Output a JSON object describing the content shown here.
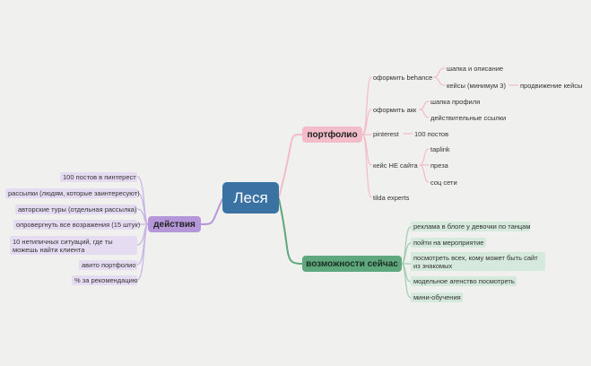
{
  "root": {
    "label": "Леся"
  },
  "colors": {
    "root": "#3a72a4",
    "purple": "#b597d9",
    "pink": "#f2bdc9",
    "green": "#5fa77c"
  },
  "branches": {
    "actions": {
      "label": "действия",
      "items": [
        "100 постов в пинтерест",
        "рассылки (людям, которые заинтересуют)",
        "авторские туры (отдельная рассылка)",
        "опровергнуть все возражения (15 штук)",
        "10 нетипичных ситуаций, где ты можешь найти клиента",
        "авито портфолио",
        "% за рекомендацию"
      ]
    },
    "portfolio": {
      "label": "портфолио",
      "behance": {
        "label": "оформить behance",
        "children": [
          "шапка и описание",
          "кейсы (минимум 3)"
        ],
        "grandchild": "продвижение кейсы"
      },
      "account": {
        "label": "оформить акк",
        "children": [
          "шапка профиля",
          "действительные ссылки"
        ]
      },
      "pinterest": {
        "label": "pinterest",
        "child": "100 постов"
      },
      "case": {
        "label": "кейс НЕ сайта",
        "children": [
          "taplink",
          "преза",
          "соц сети"
        ]
      },
      "tilda": {
        "label": "tilda experts"
      }
    },
    "now": {
      "label": "возможности сейчас",
      "items": [
        "реклама в блоге у девочки по танцам",
        "пойти на мероприятие",
        "посмотреть всех, кому может быть сайт из знакомых",
        "модельное агенство посмотреть",
        "мини-обучения"
      ]
    }
  }
}
